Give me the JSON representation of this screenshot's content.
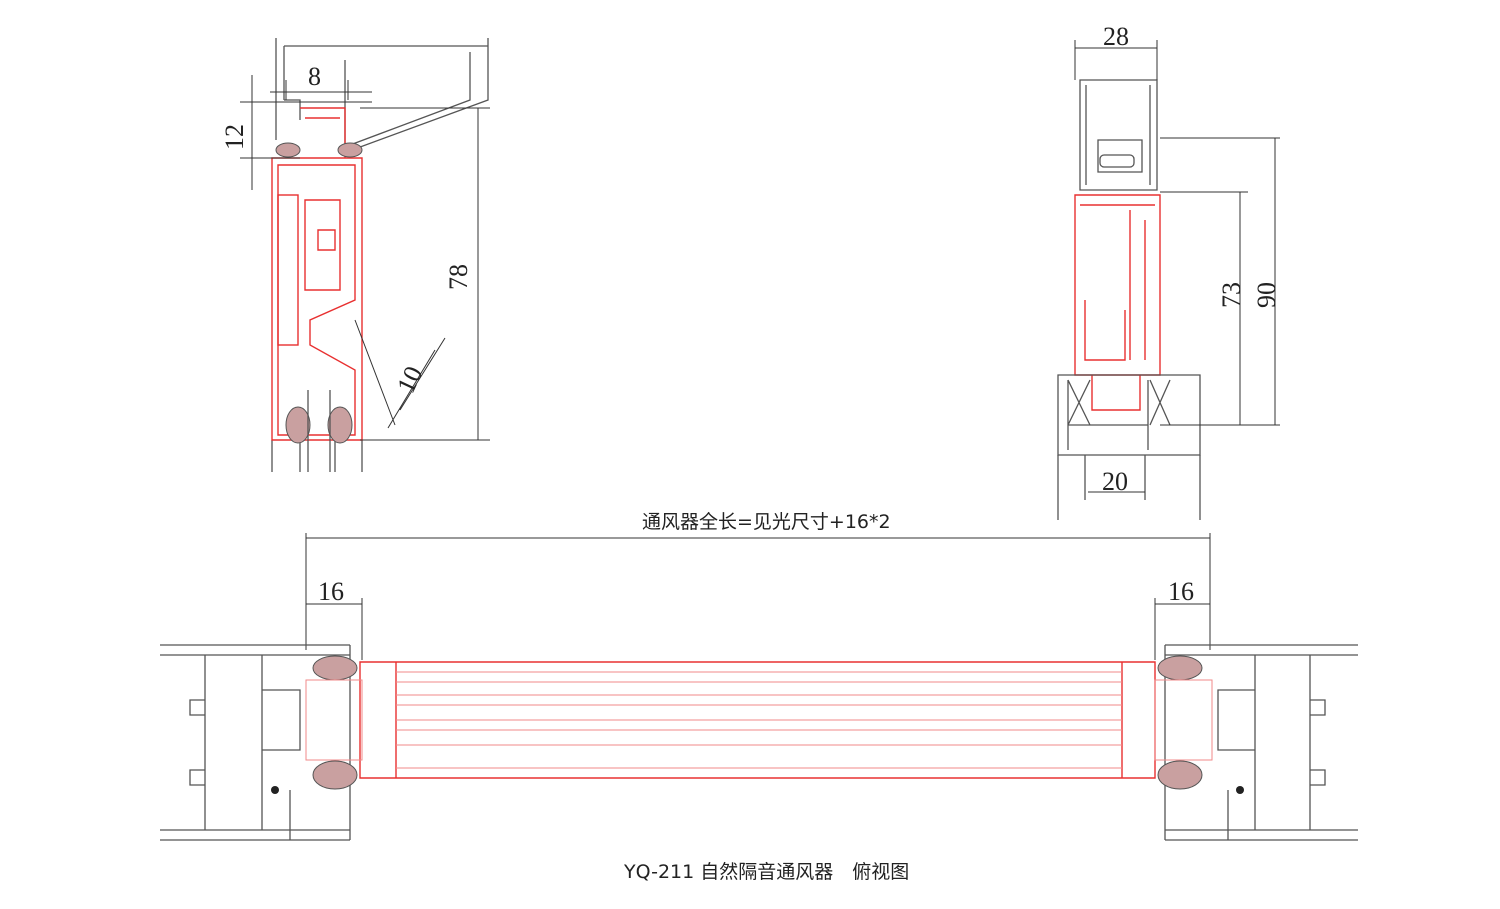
{
  "side_section": {
    "dims": {
      "top_width": "8",
      "top_height": "12",
      "height": "78",
      "slant": "10"
    }
  },
  "end_section": {
    "dims": {
      "width_top": "28",
      "height_inner": "73",
      "height_outer": "90",
      "width_bottom": "20"
    }
  },
  "top_view": {
    "overall_length_label": "通风器全长=见光尺寸+16*2",
    "left_offset": "16",
    "right_offset": "16",
    "caption": "YQ-211 自然隔音通风器　俯视图"
  },
  "colors": {
    "frame": "#555555",
    "ventilator": "#e83030"
  }
}
